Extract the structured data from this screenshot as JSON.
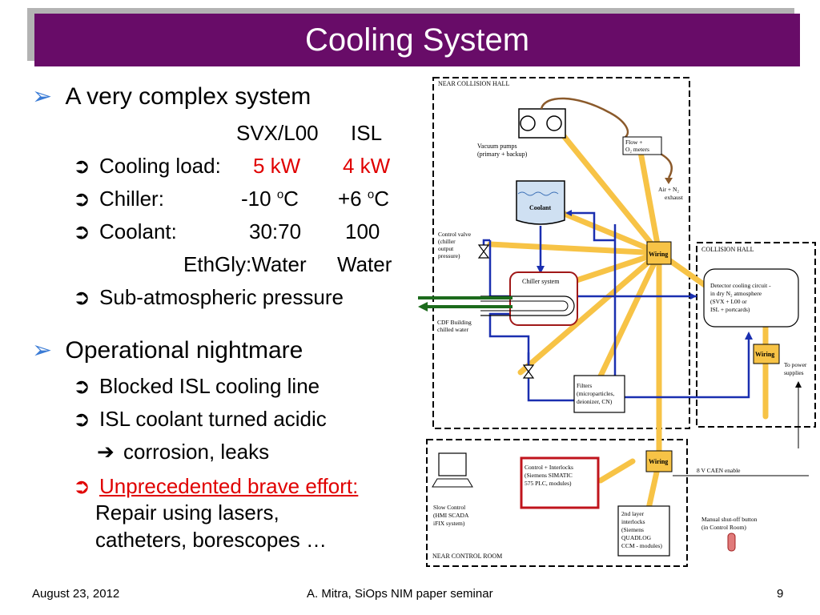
{
  "title": "Cooling System",
  "section1": {
    "heading": "A very complex system",
    "col_svx": "SVX/L00",
    "col_isl": "ISL",
    "cooling_label": "Cooling load:",
    "cooling_svx": "5 kW",
    "cooling_isl": "4 kW",
    "chiller_label": "Chiller:",
    "chiller_svx": "-10 ",
    "chiller_isl": "+6 ",
    "deg": "o",
    "unit_c": "C",
    "coolant_label": "Coolant:",
    "coolant_svx": "30:70",
    "coolant_isl": "100",
    "ethgly": "EthGly:Water",
    "water": "Water",
    "subatm": "Sub-atmospheric pressure"
  },
  "section2": {
    "heading": "Operational nightmare",
    "item1": "Blocked ISL cooling line",
    "item2": "ISL coolant turned acidic",
    "item2_sub": "corrosion, leaks",
    "item3_red": "Unprecedented brave effort:",
    "item3_line2": "Repair using lasers,",
    "item3_line3": "catheters, borescopes …"
  },
  "diagram": {
    "near_hall": "NEAR COLLISION HALL",
    "collision_hall": "COLLISION HALL",
    "near_control": "NEAR CONTROL ROOM",
    "vacuum": [
      "Vacuum pumps",
      "(primary + backup)"
    ],
    "flow": [
      "Flow +",
      "O₂ meters"
    ],
    "exhaust": [
      "Air + N₂",
      "exhaust"
    ],
    "coolant": "Coolant",
    "control_valve": [
      "Control valve",
      "(chiller",
      "output",
      "pressure)"
    ],
    "chiller_system": "Chiller system",
    "cdf": [
      "CDF Building",
      "chilled water"
    ],
    "wiring": "Wiring",
    "detector": [
      "Detector cooling circuit -",
      "in dry N₂ atmosphere",
      "(SVX + L00 or",
      "ISL + portcards)"
    ],
    "power": [
      "To power",
      "supplies"
    ],
    "filters": [
      "Filters",
      "(microparticles,",
      "deionizer, CN)"
    ],
    "control_interlocks": [
      "Control + Interlocks",
      "(Siemens SIMATIC",
      "575 PLC, modules)"
    ],
    "slow_control": [
      "Slow Control",
      "(HMI SCADA",
      "iFIX system)"
    ],
    "second_layer": [
      "2nd layer",
      "interlocks",
      "(Siemens",
      "QUADLOG",
      "CCM - modules)"
    ],
    "vcaen": "8 V CAEN enable",
    "manual": [
      "Manual shut-off button",
      "(in Control Room)"
    ]
  },
  "footer": {
    "date": "August 23, 2012",
    "center": "A. Mitra, SiOps NIM paper seminar",
    "page": "9"
  }
}
